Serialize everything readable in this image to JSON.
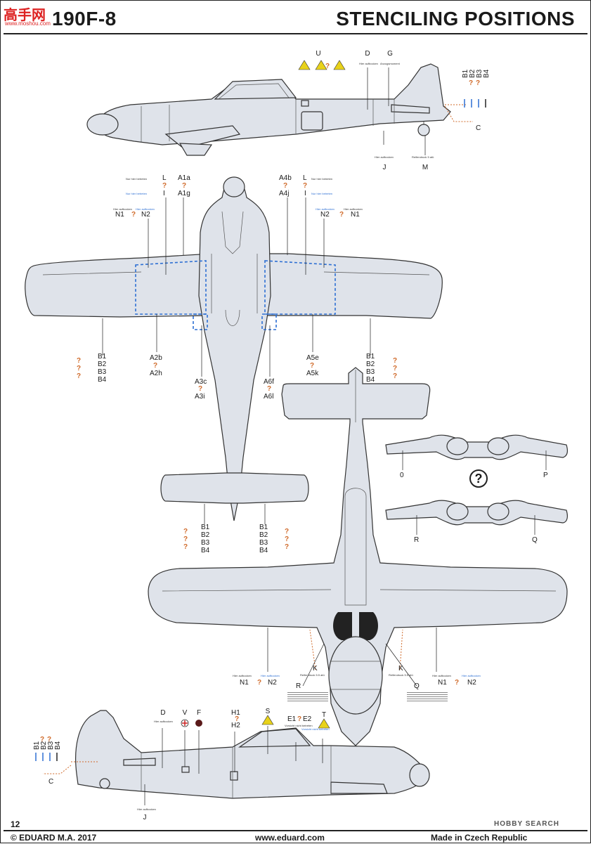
{
  "header": {
    "model": "190F-8",
    "title": "STENCILING POSITIONS",
    "watermark_big": "高手网",
    "watermark_small": "www.moshou.com"
  },
  "footer": {
    "page_number": "12",
    "copyright": "© EDUARD  M.A. 2017",
    "website": "www.eduard.com",
    "origin": "Made in Czech Republic",
    "source_mark": "HOBBY SEARCH"
  },
  "side_view_top": {
    "labels": {
      "U": "U",
      "D": "D",
      "G": "G",
      "J": "J",
      "M": "M",
      "C": "C"
    },
    "bar_labels": [
      "B1",
      "B2",
      "B3",
      "B4"
    ],
    "tiny": {
      "d_text": "Hier aufbocken",
      "g_text": "Anzugsmoment",
      "j_text": "Hier aufbocken",
      "m_text": "Reifendruck 5 atü"
    }
  },
  "top_view": {
    "left_top": {
      "L": "L",
      "A1a": "A1a",
      "I": "I",
      "A1g": "A1g",
      "N1": "N1",
      "N2": "N2",
      "L_text": "Nur hier betreten",
      "I_text": "Nur hier betreten",
      "N1_text": "Hier aufbocken",
      "N2_text": "Hier aufbocken"
    },
    "right_top": {
      "A4b": "A4b",
      "L": "L",
      "A4j": "A4j",
      "I": "I",
      "N2": "N2",
      "N1": "N1",
      "L_text": "Nur hier betreten",
      "I_text": "Nur hier betreten",
      "N1_text": "Hier aufbocken",
      "N2_text": "Hier aufbocken"
    },
    "left_bottom": {
      "A2b": "A2b",
      "A2h": "A2h",
      "A3c": "A3c",
      "A3i": "A3i"
    },
    "right_bottom": {
      "A5e": "A5e",
      "A5k": "A5k",
      "A6f": "A6f",
      "A6l": "A6l"
    },
    "b_labels": [
      "B1",
      "B2",
      "B3",
      "B4"
    ]
  },
  "flap_views": {
    "O": "0",
    "P": "P",
    "R": "R",
    "Q": "Q",
    "question": "?"
  },
  "bottom_view": {
    "K_left": "K",
    "K_right": "K",
    "K_text": "Reifendruck 5.5 atü",
    "R": "R",
    "Q": "Q",
    "N1": "N1",
    "N2": "N2",
    "N_text": "Hier aufbocken"
  },
  "side_view_bottom": {
    "labels": {
      "D": "D",
      "V": "V",
      "F": "F",
      "H1": "H1",
      "H2": "H2",
      "S": "S",
      "E1": "E1",
      "E2": "E2",
      "T": "T",
      "C": "C",
      "J": "J"
    },
    "bar_labels": [
      "B1",
      "B2",
      "B3",
      "B4"
    ],
    "tiny": {
      "d_text": "Hier aufbocken",
      "j_text": "Hier aufbocken",
      "e1_text": "Vorsicht nicht betreten",
      "e2_text": "Vorsicht nicht betreten"
    }
  },
  "question_mark": "?",
  "colors": {
    "aircraft": "#dfe3ea",
    "outline": "#333333",
    "accent_orange": "#d06a2a",
    "accent_blue": "#2d6fd3",
    "yellow": "#e8d21a"
  }
}
